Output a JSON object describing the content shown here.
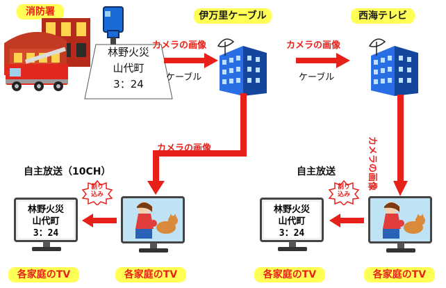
{
  "nodes": {
    "fire_station": "消防署",
    "imari_cable": "伊万里ケーブル",
    "saikai_tv": "西海テレビ"
  },
  "board": {
    "line1": "林野火災",
    "line2": "山代町",
    "line3": "3：24"
  },
  "edges": {
    "camera_image_1": "カメラの画像",
    "cable_1": "ケーブル",
    "camera_image_2": "カメラの画像",
    "cable_2": "ケーブル",
    "camera_image_down_left": "カメラの画像",
    "camera_image_vertical": "カメラの画像"
  },
  "broadcast": {
    "left": "自主放送（10CH）",
    "right": "自主放送"
  },
  "interrupt_badge": {
    "left_line1": "割り",
    "left_line2": "込み",
    "right_line1": "割り",
    "right_line2": "込み"
  },
  "tv_left": {
    "line1": "林野火災",
    "line2": "山代町",
    "line3": "3：24"
  },
  "tv_right": {
    "line1": "林野火災",
    "line2": "山代町",
    "line3": "3：24"
  },
  "home_tv_labels": {
    "a": "各家庭のTV",
    "b": "各家庭のTV",
    "c": "各家庭のTV",
    "d": "各家庭のTV"
  },
  "colors": {
    "label_bg": "#ffff55",
    "accent_red": "#e8201a",
    "building_blue": "#1a5fd6"
  }
}
